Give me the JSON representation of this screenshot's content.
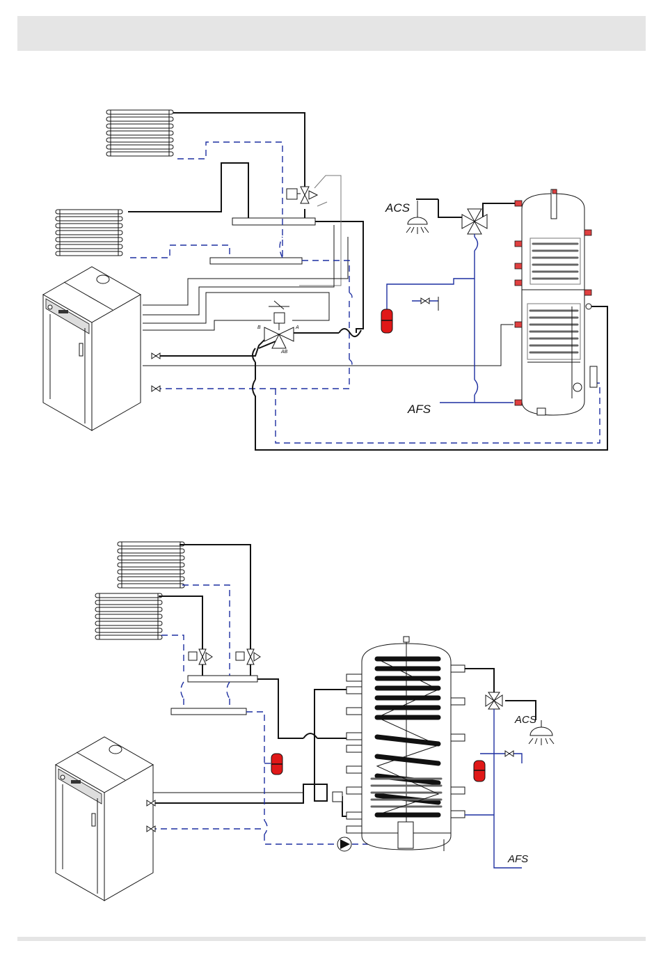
{
  "header": {
    "title": ""
  },
  "diagram_top": {
    "labels": {
      "acs": "ACS",
      "afs": "AFS",
      "port_a": "A",
      "port_b": "B",
      "port_ab": "AB"
    }
  },
  "diagram_bottom": {
    "labels": {
      "acs": "ACS",
      "afs": "AFS"
    }
  },
  "colors": {
    "flow": "#111111",
    "return": "#1c2ea0",
    "vessel": "#e01818",
    "header_bar": "#e5e5e5"
  }
}
